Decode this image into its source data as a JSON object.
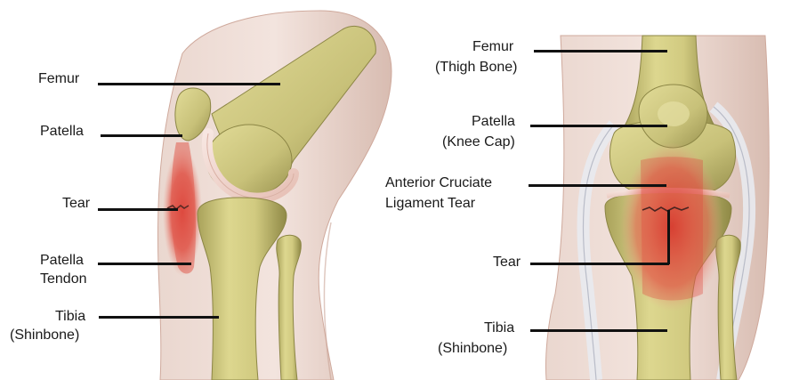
{
  "left_view": {
    "labels": {
      "femur": "Femur",
      "patella": "Patella",
      "tear": "Tear",
      "patella_tendon_line1": "Patella",
      "patella_tendon_line2": "Tendon",
      "tibia_line1": "Tibia",
      "tibia_line2": "(Shinbone)"
    }
  },
  "right_view": {
    "labels": {
      "femur_line1": "Femur",
      "femur_line2": "(Thigh Bone)",
      "patella_line1": "Patella",
      "patella_line2": "(Knee Cap)",
      "acl_line1": "Anterior Cruciate",
      "acl_line2": "Ligament Tear",
      "tear": "Tear",
      "tibia_line1": "Tibia",
      "tibia_line2": "(Shinbone)"
    }
  },
  "colors": {
    "bone": "#c9c27a",
    "skin": "#e7cfc6",
    "inflammation": "#d9362c",
    "cartilage": "#f2d6cf"
  }
}
